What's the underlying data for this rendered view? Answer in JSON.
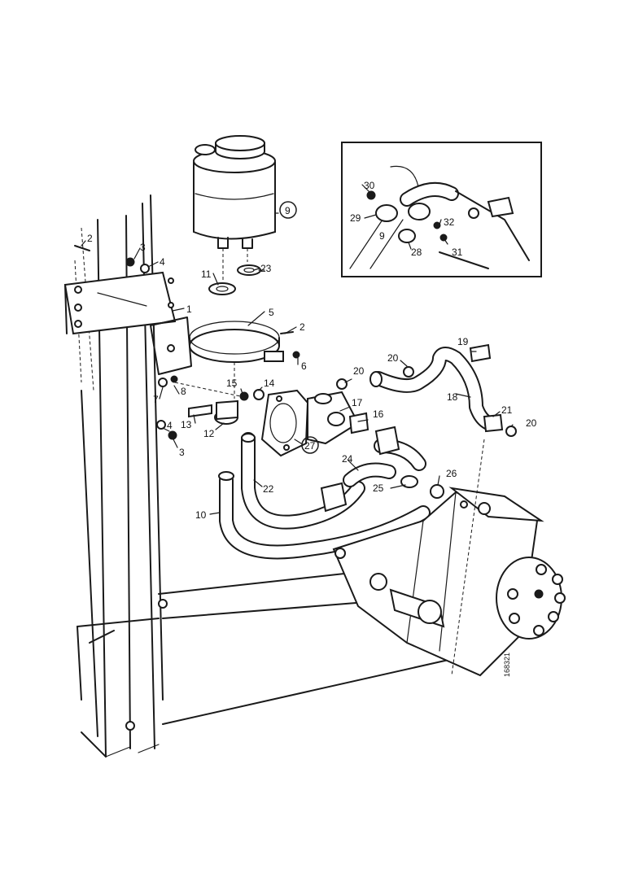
{
  "callouts": {
    "c1": "1",
    "c2a": "2",
    "c2b": "2",
    "c3a": "3",
    "c3b": "3",
    "c4a": "4",
    "c4b": "4",
    "c5": "5",
    "c6": "6",
    "c7": "7",
    "c8": "8",
    "c9": "9",
    "c9b": "9",
    "c10": "10",
    "c11": "11",
    "c12": "12",
    "c13": "13",
    "c14": "14",
    "c15": "15",
    "c16": "16",
    "c17": "17",
    "c18": "18",
    "c19": "19",
    "c20a": "20",
    "c20b": "20",
    "c20c": "20",
    "c21": "21",
    "c22": "22",
    "c23": "23",
    "c24": "24",
    "c25": "25",
    "c26": "26",
    "c27": "27",
    "c28": "28",
    "c29": "29",
    "c30": "30",
    "c31": "31",
    "c32": "32"
  },
  "reference_code": "168321"
}
